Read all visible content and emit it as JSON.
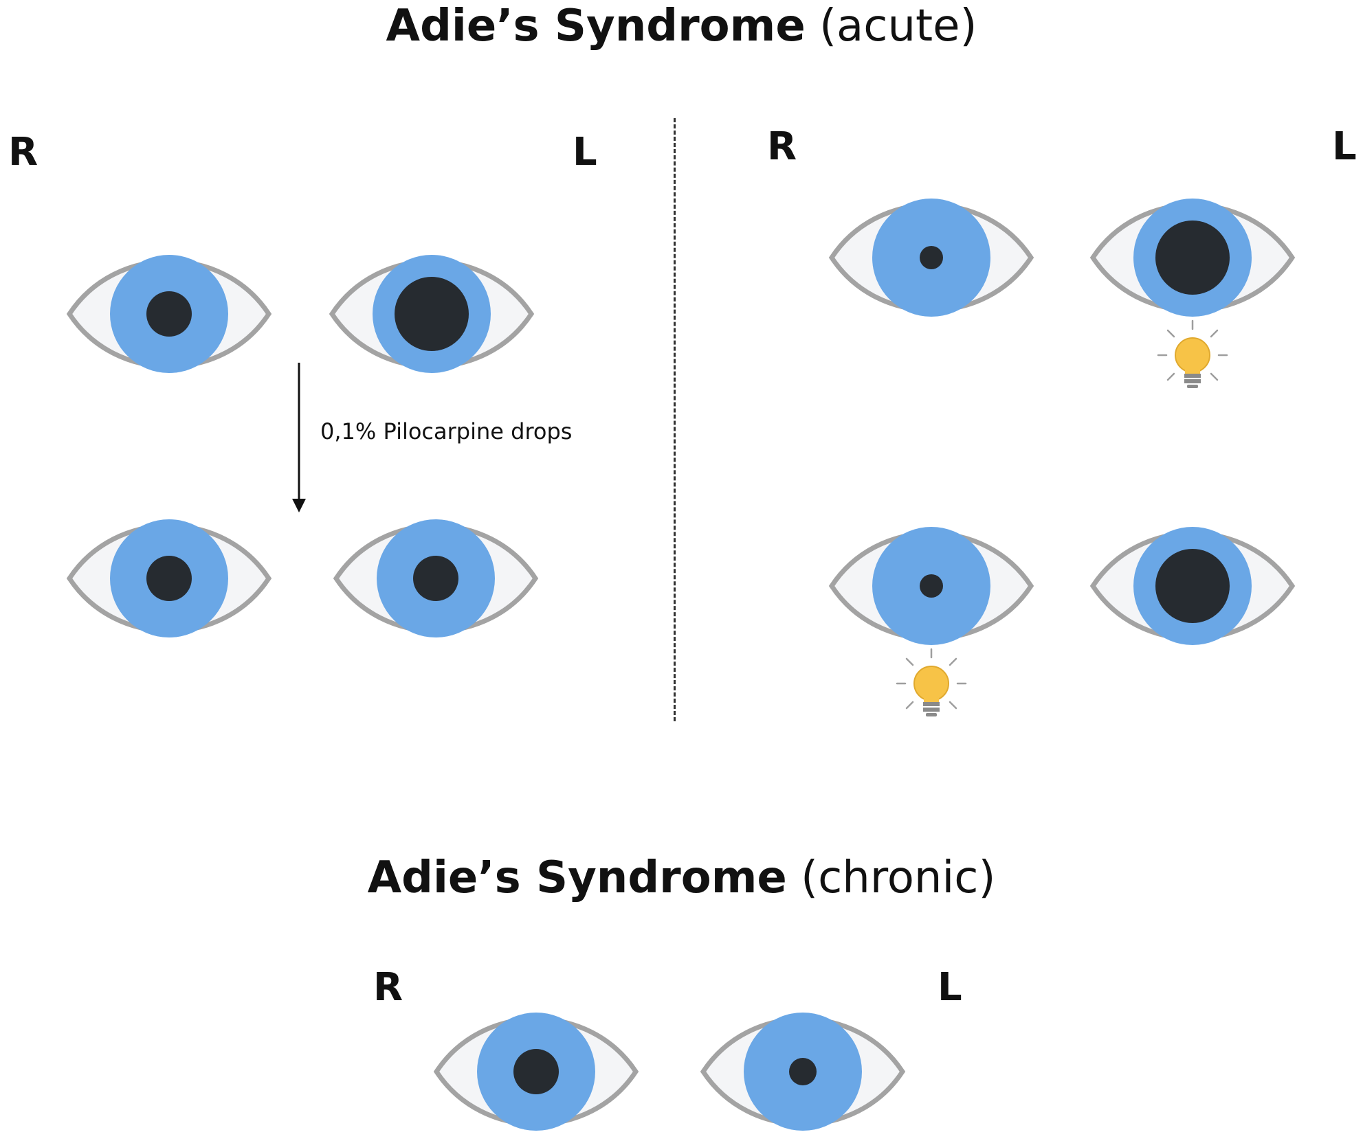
{
  "colors": {
    "sclera": "#f4f5f7",
    "eye_outline": "#a3a3a3",
    "iris": "#6aa7e6",
    "pupil": "#262b30",
    "bulb": "#f7c347",
    "bulb_base": "#8a8a8a",
    "rays": "#9e9e9e"
  },
  "acute": {
    "title_main": "Adie’s Syndrome",
    "title_qualifier": "(acute)",
    "left_panel": {
      "right_label": "R",
      "left_label": "L",
      "annotation": "0,1% Pilocarpine drops"
    },
    "right_panel": {
      "right_label": "R",
      "left_label": "L"
    }
  },
  "chronic": {
    "title_main": "Adie’s Syndrome",
    "title_qualifier": "(chronic)",
    "right_label": "R",
    "left_label": "L"
  },
  "eye_icon": "eye-icon",
  "light_icon": "light-bulb-icon"
}
